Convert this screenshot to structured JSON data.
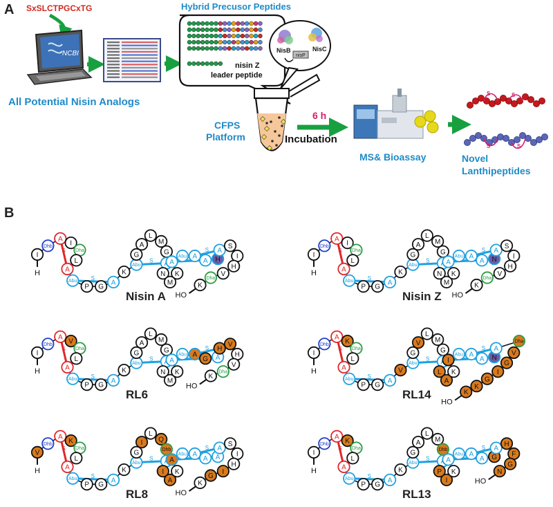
{
  "panels": {
    "a_label": "A",
    "b_label": "B"
  },
  "panel_a": {
    "seed_sequence": "SxSLCTPGCxTG",
    "ncbi_logo": "NCBI",
    "hybrid_title": "Hybrid Precusor Peptides",
    "nisin_z_line1": "nisin Z",
    "nisin_z_line2": "leader peptide",
    "nisb_label": "NisB",
    "nisc_label": "NisC",
    "nisp_label": "nisP",
    "all_analogs": "All Potential Nisin Analogs",
    "cfps_line1": "CFPS",
    "cfps_line2": "Platform",
    "time": "6 h",
    "incubation": "Incubation",
    "ms_bioassay": "MS& Bioassay",
    "novel_line1": "Novel",
    "novel_line2": "Lanthipeptides",
    "thioether_label": "S",
    "colors": {
      "accent_blue": "#1f8ac8",
      "arrow_green": "#18a040",
      "seq_red": "#d0281e",
      "tube_fill": "#f6c79a",
      "peptide_red": "#c8181c",
      "peptide_blue": "#5a66b8",
      "bacteria_yellow": "#e6d81a"
    }
  },
  "molecules": [
    {
      "name": "Nisin A",
      "residues": [
        {
          "t": "I",
          "c": "w"
        },
        {
          "t": "Dhb",
          "c": "dhb"
        },
        {
          "t": "A",
          "c": "red"
        },
        {
          "t": "I",
          "c": "w"
        },
        {
          "t": "Dha",
          "c": "dha"
        },
        {
          "t": "L",
          "c": "w"
        },
        {
          "t": "A",
          "c": "red"
        },
        {
          "t": "Abu",
          "c": "abu"
        },
        {
          "t": "P",
          "c": "w"
        },
        {
          "t": "G",
          "c": "w"
        },
        {
          "t": "A",
          "c": "blue"
        },
        {
          "t": "K",
          "c": "w"
        },
        {
          "t": "Abu",
          "c": "abu"
        },
        {
          "t": "G",
          "c": "w"
        },
        {
          "t": "A",
          "c": "w"
        },
        {
          "t": "L",
          "c": "w"
        },
        {
          "t": "M",
          "c": "w"
        },
        {
          "t": "G",
          "c": "w"
        },
        {
          "t": "A",
          "c": "blue"
        },
        {
          "t": "N",
          "c": "w"
        },
        {
          "t": "M",
          "c": "w"
        },
        {
          "t": "K",
          "c": "w"
        },
        {
          "t": "A",
          "c": "blue"
        },
        {
          "t": "Abu",
          "c": "abu"
        },
        {
          "t": "A",
          "c": "blue"
        },
        {
          "t": "A",
          "c": "blue"
        },
        {
          "t": "H",
          "c": "purple"
        },
        {
          "t": "A",
          "c": "blue"
        },
        {
          "t": "S",
          "c": "w"
        },
        {
          "t": "I",
          "c": "w"
        },
        {
          "t": "H",
          "c": "w"
        },
        {
          "t": "V",
          "c": "w"
        },
        {
          "t": "Dha",
          "c": "dha"
        },
        {
          "t": "K",
          "c": "w"
        }
      ],
      "n_term": "H",
      "c_term": "HO"
    },
    {
      "name": "Nisin Z",
      "residues": [
        {
          "t": "I",
          "c": "w"
        },
        {
          "t": "Dhb",
          "c": "dhb"
        },
        {
          "t": "A",
          "c": "red"
        },
        {
          "t": "I",
          "c": "w"
        },
        {
          "t": "Dha",
          "c": "dha"
        },
        {
          "t": "L",
          "c": "w"
        },
        {
          "t": "A",
          "c": "red"
        },
        {
          "t": "Abu",
          "c": "abu"
        },
        {
          "t": "P",
          "c": "w"
        },
        {
          "t": "G",
          "c": "w"
        },
        {
          "t": "A",
          "c": "blue"
        },
        {
          "t": "K",
          "c": "w"
        },
        {
          "t": "Abu",
          "c": "abu"
        },
        {
          "t": "G",
          "c": "w"
        },
        {
          "t": "A",
          "c": "w"
        },
        {
          "t": "L",
          "c": "w"
        },
        {
          "t": "M",
          "c": "w"
        },
        {
          "t": "G",
          "c": "w"
        },
        {
          "t": "A",
          "c": "blue"
        },
        {
          "t": "N",
          "c": "w"
        },
        {
          "t": "M",
          "c": "w"
        },
        {
          "t": "K",
          "c": "w"
        },
        {
          "t": "A",
          "c": "blue"
        },
        {
          "t": "Abu",
          "c": "abu"
        },
        {
          "t": "A",
          "c": "blue"
        },
        {
          "t": "A",
          "c": "blue"
        },
        {
          "t": "N",
          "c": "purple"
        },
        {
          "t": "A",
          "c": "blue"
        },
        {
          "t": "S",
          "c": "w"
        },
        {
          "t": "I",
          "c": "w"
        },
        {
          "t": "H",
          "c": "w"
        },
        {
          "t": "V",
          "c": "w"
        },
        {
          "t": "Dha",
          "c": "dha"
        },
        {
          "t": "K",
          "c": "w"
        }
      ],
      "n_term": "H",
      "c_term": "HO"
    },
    {
      "name": "RL6",
      "residues": [
        {
          "t": "I",
          "c": "w"
        },
        {
          "t": "Dhb",
          "c": "dhb"
        },
        {
          "t": "A",
          "c": "red"
        },
        {
          "t": "V",
          "c": "orange"
        },
        {
          "t": "Dha",
          "c": "dha"
        },
        {
          "t": "L",
          "c": "w"
        },
        {
          "t": "A",
          "c": "red"
        },
        {
          "t": "Abu",
          "c": "abu"
        },
        {
          "t": "P",
          "c": "w"
        },
        {
          "t": "G",
          "c": "w"
        },
        {
          "t": "A",
          "c": "blue"
        },
        {
          "t": "K",
          "c": "w"
        },
        {
          "t": "Abu",
          "c": "abu"
        },
        {
          "t": "G",
          "c": "w"
        },
        {
          "t": "A",
          "c": "w"
        },
        {
          "t": "L",
          "c": "w"
        },
        {
          "t": "M",
          "c": "w"
        },
        {
          "t": "G",
          "c": "w"
        },
        {
          "t": "A",
          "c": "blue"
        },
        {
          "t": "N",
          "c": "w"
        },
        {
          "t": "M",
          "c": "w"
        },
        {
          "t": "K",
          "c": "w"
        },
        {
          "t": "A",
          "c": "blue"
        },
        {
          "t": "Abu",
          "c": "abu"
        },
        {
          "t": "A",
          "c": "orangeblue"
        },
        {
          "t": "G",
          "c": "orange"
        },
        {
          "t": "A",
          "c": "blue"
        },
        {
          "t": "H",
          "c": "orange"
        },
        {
          "t": "V",
          "c": "orange"
        },
        {
          "t": "H",
          "c": "w"
        },
        {
          "t": "V",
          "c": "w"
        },
        {
          "t": "Dha",
          "c": "dha"
        },
        {
          "t": "K",
          "c": "w"
        }
      ],
      "n_term": "H",
      "c_term": "HO"
    },
    {
      "name": "RL14",
      "residues": [
        {
          "t": "I",
          "c": "w"
        },
        {
          "t": "Dhb",
          "c": "dhb"
        },
        {
          "t": "A",
          "c": "red"
        },
        {
          "t": "K",
          "c": "orange"
        },
        {
          "t": "Dha",
          "c": "dha"
        },
        {
          "t": "L",
          "c": "w"
        },
        {
          "t": "A",
          "c": "red"
        },
        {
          "t": "Abu",
          "c": "abu"
        },
        {
          "t": "P",
          "c": "w"
        },
        {
          "t": "G",
          "c": "w"
        },
        {
          "t": "A",
          "c": "blue"
        },
        {
          "t": "V",
          "c": "orange"
        },
        {
          "t": "Abu",
          "c": "abu"
        },
        {
          "t": "G",
          "c": "w"
        },
        {
          "t": "V",
          "c": "orange"
        },
        {
          "t": "L",
          "c": "w"
        },
        {
          "t": "M",
          "c": "w"
        },
        {
          "t": "G",
          "c": "w"
        },
        {
          "t": "A",
          "c": "blue"
        },
        {
          "t": "L",
          "c": "orange"
        },
        {
          "t": "A",
          "c": "orange"
        },
        {
          "t": "K",
          "c": "w"
        },
        {
          "t": "I",
          "c": "orange"
        },
        {
          "t": "Abu",
          "c": "abu"
        },
        {
          "t": "A",
          "c": "blue"
        },
        {
          "t": "A",
          "c": "blue"
        },
        {
          "t": "N",
          "c": "purple"
        },
        {
          "t": "A",
          "c": "blue"
        },
        {
          "t": "Dha",
          "c": "orangedha"
        },
        {
          "t": "V",
          "c": "orange"
        },
        {
          "t": "G",
          "c": "orange"
        },
        {
          "t": "I",
          "c": "orange"
        },
        {
          "t": "G",
          "c": "orange"
        },
        {
          "t": "K",
          "c": "orange"
        },
        {
          "t": "K",
          "c": "orange"
        }
      ],
      "n_term": "H",
      "c_term": "HO"
    },
    {
      "name": "RL8",
      "residues": [
        {
          "t": "V",
          "c": "orange"
        },
        {
          "t": "Dhb",
          "c": "dhb"
        },
        {
          "t": "A",
          "c": "red"
        },
        {
          "t": "K",
          "c": "orange"
        },
        {
          "t": "Dha",
          "c": "dha"
        },
        {
          "t": "L",
          "c": "w"
        },
        {
          "t": "A",
          "c": "red"
        },
        {
          "t": "Abu",
          "c": "abu"
        },
        {
          "t": "P",
          "c": "w"
        },
        {
          "t": "G",
          "c": "w"
        },
        {
          "t": "A",
          "c": "blue"
        },
        {
          "t": "K",
          "c": "w"
        },
        {
          "t": "Abu",
          "c": "abu"
        },
        {
          "t": "G",
          "c": "w"
        },
        {
          "t": "I",
          "c": "orange"
        },
        {
          "t": "L",
          "c": "w"
        },
        {
          "t": "Q",
          "c": "orange"
        },
        {
          "t": "Dhb",
          "c": "orangedhb"
        },
        {
          "t": "A",
          "c": "blue"
        },
        {
          "t": "I",
          "c": "orange"
        },
        {
          "t": "A",
          "c": "orange"
        },
        {
          "t": "K",
          "c": "w"
        },
        {
          "t": "A",
          "c": "orangeblue"
        },
        {
          "t": "Abu",
          "c": "abu"
        },
        {
          "t": "A",
          "c": "blue"
        },
        {
          "t": "A",
          "c": "blue"
        },
        {
          "t": "A",
          "c": "blue"
        },
        {
          "t": "A",
          "c": "blue"
        },
        {
          "t": "S",
          "c": "w"
        },
        {
          "t": "I",
          "c": "w"
        },
        {
          "t": "H",
          "c": "w"
        },
        {
          "t": "I",
          "c": "orange"
        },
        {
          "t": "G",
          "c": "orange"
        },
        {
          "t": "K",
          "c": "w"
        }
      ],
      "n_term": "H",
      "c_term": "HO"
    },
    {
      "name": "RL13",
      "residues": [
        {
          "t": "I",
          "c": "w"
        },
        {
          "t": "Dhb",
          "c": "dhb"
        },
        {
          "t": "A",
          "c": "red"
        },
        {
          "t": "K",
          "c": "orange"
        },
        {
          "t": "Dha",
          "c": "dha"
        },
        {
          "t": "L",
          "c": "w"
        },
        {
          "t": "A",
          "c": "red"
        },
        {
          "t": "Abu",
          "c": "abu"
        },
        {
          "t": "P",
          "c": "w"
        },
        {
          "t": "G",
          "c": "w"
        },
        {
          "t": "A",
          "c": "blue"
        },
        {
          "t": "K",
          "c": "w"
        },
        {
          "t": "Abu",
          "c": "abu"
        },
        {
          "t": "G",
          "c": "w"
        },
        {
          "t": "A",
          "c": "w"
        },
        {
          "t": "L",
          "c": "w"
        },
        {
          "t": "M",
          "c": "w"
        },
        {
          "t": "Dhb",
          "c": "orangedhb"
        },
        {
          "t": "A",
          "c": "blue"
        },
        {
          "t": "P",
          "c": "orange"
        },
        {
          "t": "I",
          "c": "orange"
        },
        {
          "t": "K",
          "c": "w"
        },
        {
          "t": "A",
          "c": "blue"
        },
        {
          "t": "Abu",
          "c": "abu"
        },
        {
          "t": "A",
          "c": "blue"
        },
        {
          "t": "A",
          "c": "blue"
        },
        {
          "t": "G",
          "c": "orange"
        },
        {
          "t": "A",
          "c": "blue"
        },
        {
          "t": "H",
          "c": "orange"
        },
        {
          "t": "F",
          "c": "orange"
        },
        {
          "t": "G",
          "c": "orange"
        },
        {
          "t": "N",
          "c": "orange"
        }
      ],
      "n_term": "H",
      "c_term": "HO"
    }
  ]
}
